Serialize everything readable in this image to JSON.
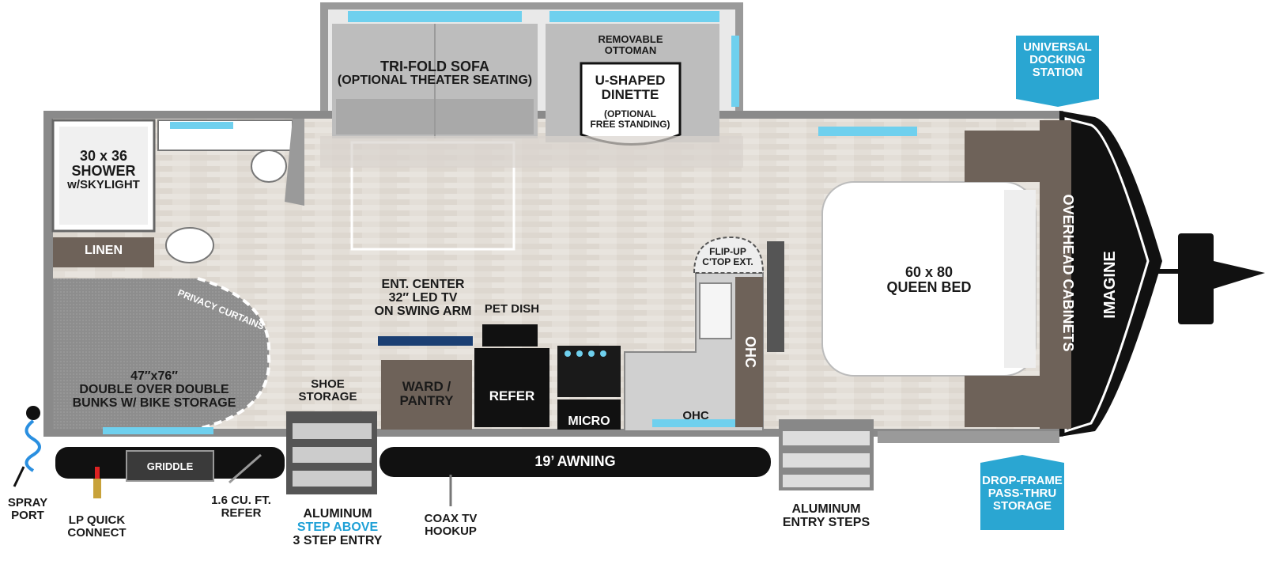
{
  "labels": {
    "trifold_sofa": [
      "TRI-FOLD SOFA",
      "(OPTIONAL THEATER SEATING)"
    ],
    "removable_ottoman": [
      "REMOVABLE",
      "OTTOMAN"
    ],
    "dinette": [
      "U-SHAPED",
      "DINETTE"
    ],
    "dinette_note": [
      "(OPTIONAL",
      "FREE STANDING)"
    ],
    "shower": [
      "30 x 36",
      "SHOWER"
    ],
    "skylight": "w/SKYLIGHT",
    "linen": "LINEN",
    "privacy_curtains": "PRIVACY CURTAINS",
    "bunks": [
      "47″x76″",
      "DOUBLE OVER DOUBLE",
      "BUNKS W/ BIKE STORAGE"
    ],
    "ent_center": [
      "ENT. CENTER",
      "32″ LED TV",
      "ON SWING ARM"
    ],
    "pet_dish": "PET DISH",
    "shoe_storage": [
      "SHOE",
      "STORAGE"
    ],
    "ward_pantry": [
      "WARD /",
      "PANTRY"
    ],
    "refer": "REFER",
    "micro": "MICRO",
    "ohc_kitchen": "OHC",
    "ohc_side": "OHC",
    "flip_up": [
      "FLIP-UP",
      "C'TOP EXT."
    ],
    "queen_bed": [
      "60 x 80",
      "QUEEN BED"
    ],
    "overhead_cabinets": "OVERHEAD CABINETS",
    "brand": "IMAGINE",
    "awning": "19’ AWNING",
    "griddle": "GRIDDLE",
    "spray_port": [
      "SPRAY",
      "PORT"
    ],
    "lp_quick_connect": [
      "LP QUICK",
      "CONNECT"
    ],
    "mini_refer": [
      "1.6 CU. FT.",
      "REFER"
    ],
    "aluminum_step": "ALUMINUM",
    "step_above": "STEP ABOVE",
    "three_step": "3 STEP ENTRY",
    "coax": [
      "COAX TV",
      "HOOKUP"
    ],
    "entry_steps": [
      "ALUMINUM",
      "ENTRY STEPS"
    ],
    "docking_station": [
      "UNIVERSAL",
      "DOCKING",
      "STATION"
    ],
    "drop_frame": [
      "DROP-FRAME",
      "PASS-THRU",
      "STORAGE"
    ]
  },
  "colors": {
    "badge": "#2aa6d2",
    "floor": "#e2ddd6",
    "wall": "#8a8a8a",
    "cabinet": "#6e6259",
    "window": "#6fd0ee",
    "dark": "#111111"
  }
}
